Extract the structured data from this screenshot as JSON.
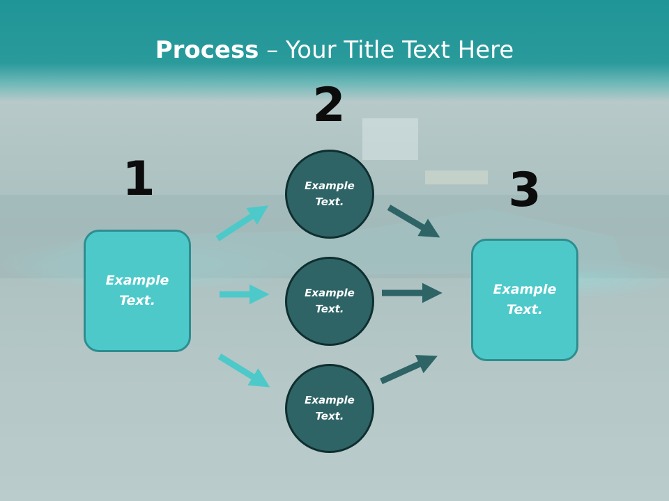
{
  "title": {
    "bold": "Process",
    "rest": " – Your Title Text Here"
  },
  "steps": {
    "one": {
      "number": "1",
      "box": {
        "line1": "Example",
        "line2": "Text."
      }
    },
    "two": {
      "number": "2",
      "circles": [
        {
          "line1": "Example",
          "line2": "Text."
        },
        {
          "line1": "Example",
          "line2": "Text."
        },
        {
          "line1": "Example",
          "line2": "Text."
        }
      ]
    },
    "three": {
      "number": "3",
      "box": {
        "line1": "Example",
        "line2": "Text."
      }
    }
  },
  "colors": {
    "header": "#249799",
    "box_fill": "#4ec9ca",
    "circle_fill": "#2e6466",
    "arrow_light": "#4ec9ca",
    "arrow_dark": "#2e6466"
  }
}
